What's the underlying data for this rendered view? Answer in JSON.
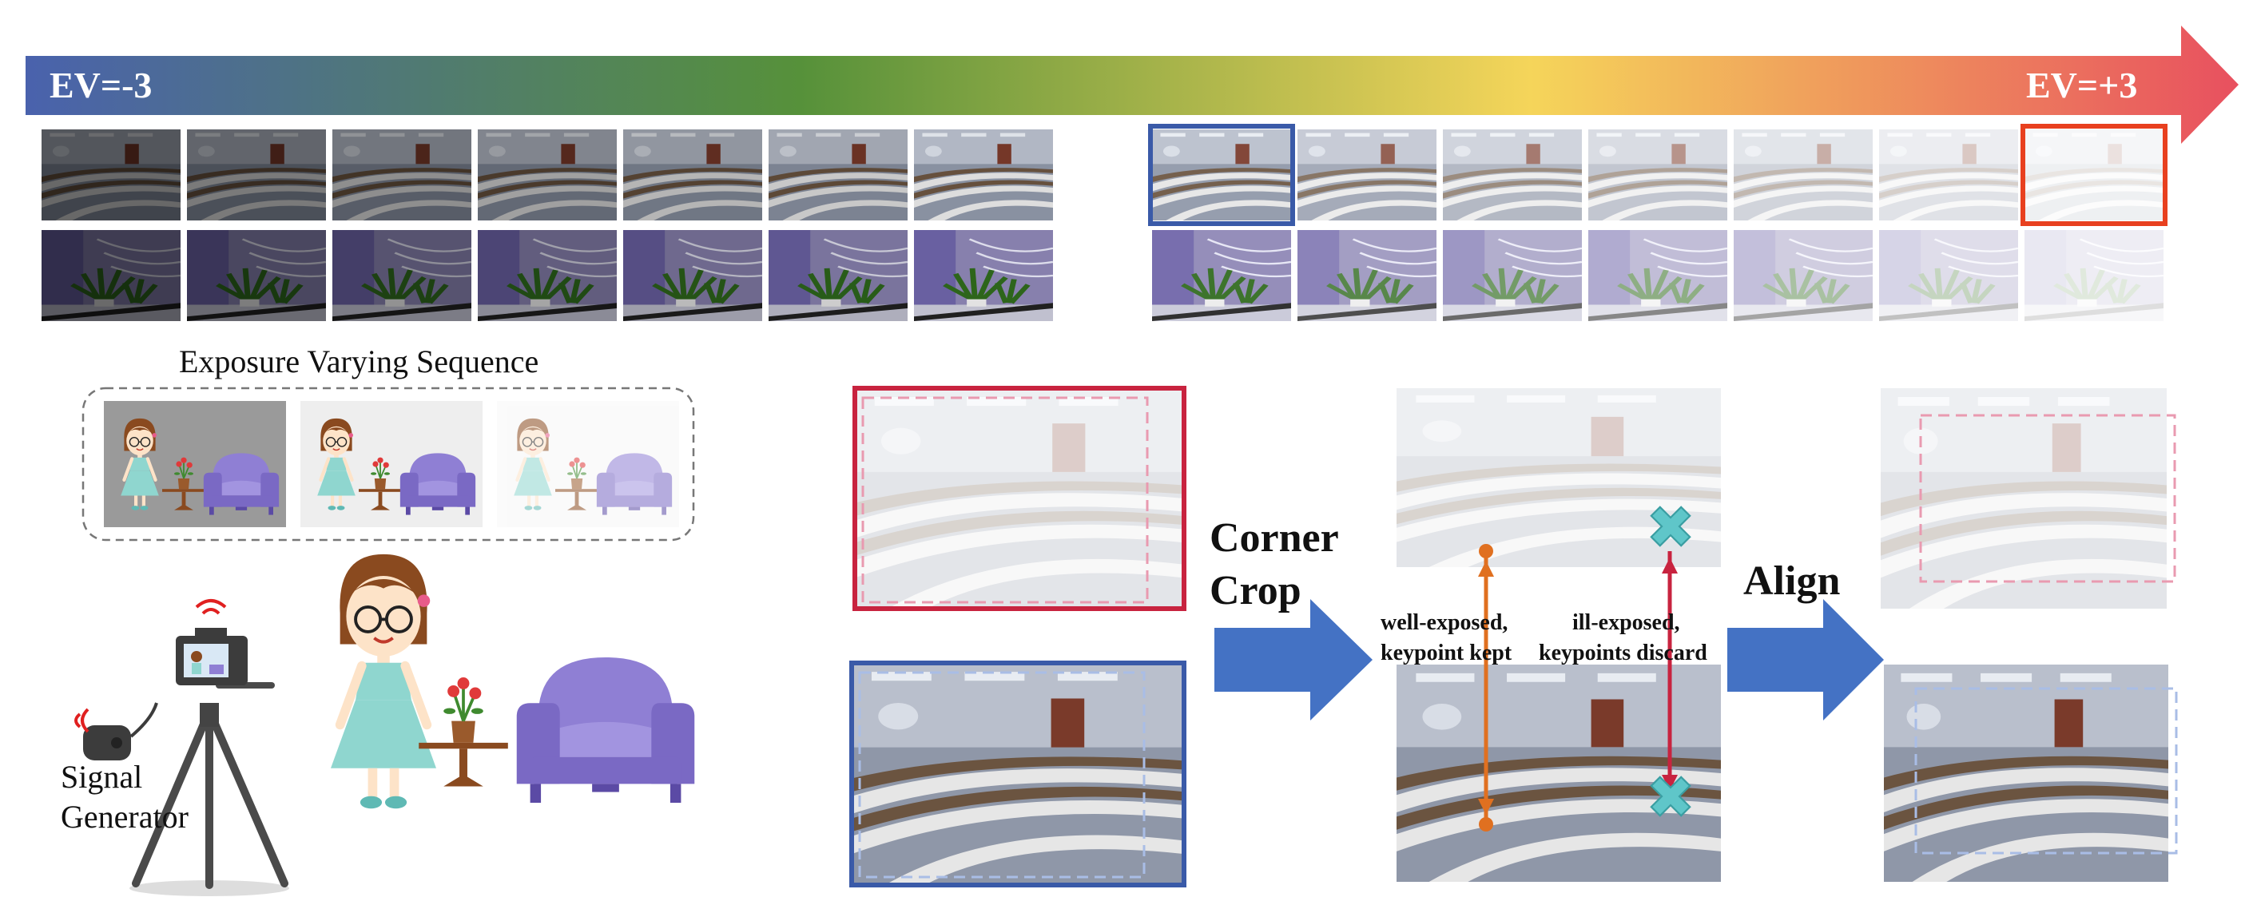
{
  "ev_arrow": {
    "left_label": "EV=-3",
    "right_label": "EV=+3",
    "colors": [
      "#4a62ad",
      "#56913a",
      "#f5d55a",
      "#e8505f"
    ]
  },
  "sequence": {
    "caption": "Exposure Varying Sequence",
    "frames_per_row": 14,
    "selected_reference": "blue-frame",
    "selected_target": "red-frame",
    "cartoon_frames": 3
  },
  "setup": {
    "device_label_line1": "Signal",
    "device_label_line2": "Generator"
  },
  "pipeline": {
    "step1_line1": "Corner",
    "step1_line2": "Crop",
    "step2": "Align",
    "kept_line1": "well-exposed,",
    "kept_line2": "keypoint kept",
    "discard_line1": "ill-exposed,",
    "discard_line2": "keypoints discard"
  },
  "colors": {
    "highlight_red": "#c8233f",
    "highlight_blue": "#3a5aa8",
    "target_orange": "#e8401f",
    "arrow_blue": "#4472c4",
    "keypoint_orange": "#e07020",
    "keypoint_red": "#c8233f",
    "cross_teal": "#5fc6c9"
  }
}
